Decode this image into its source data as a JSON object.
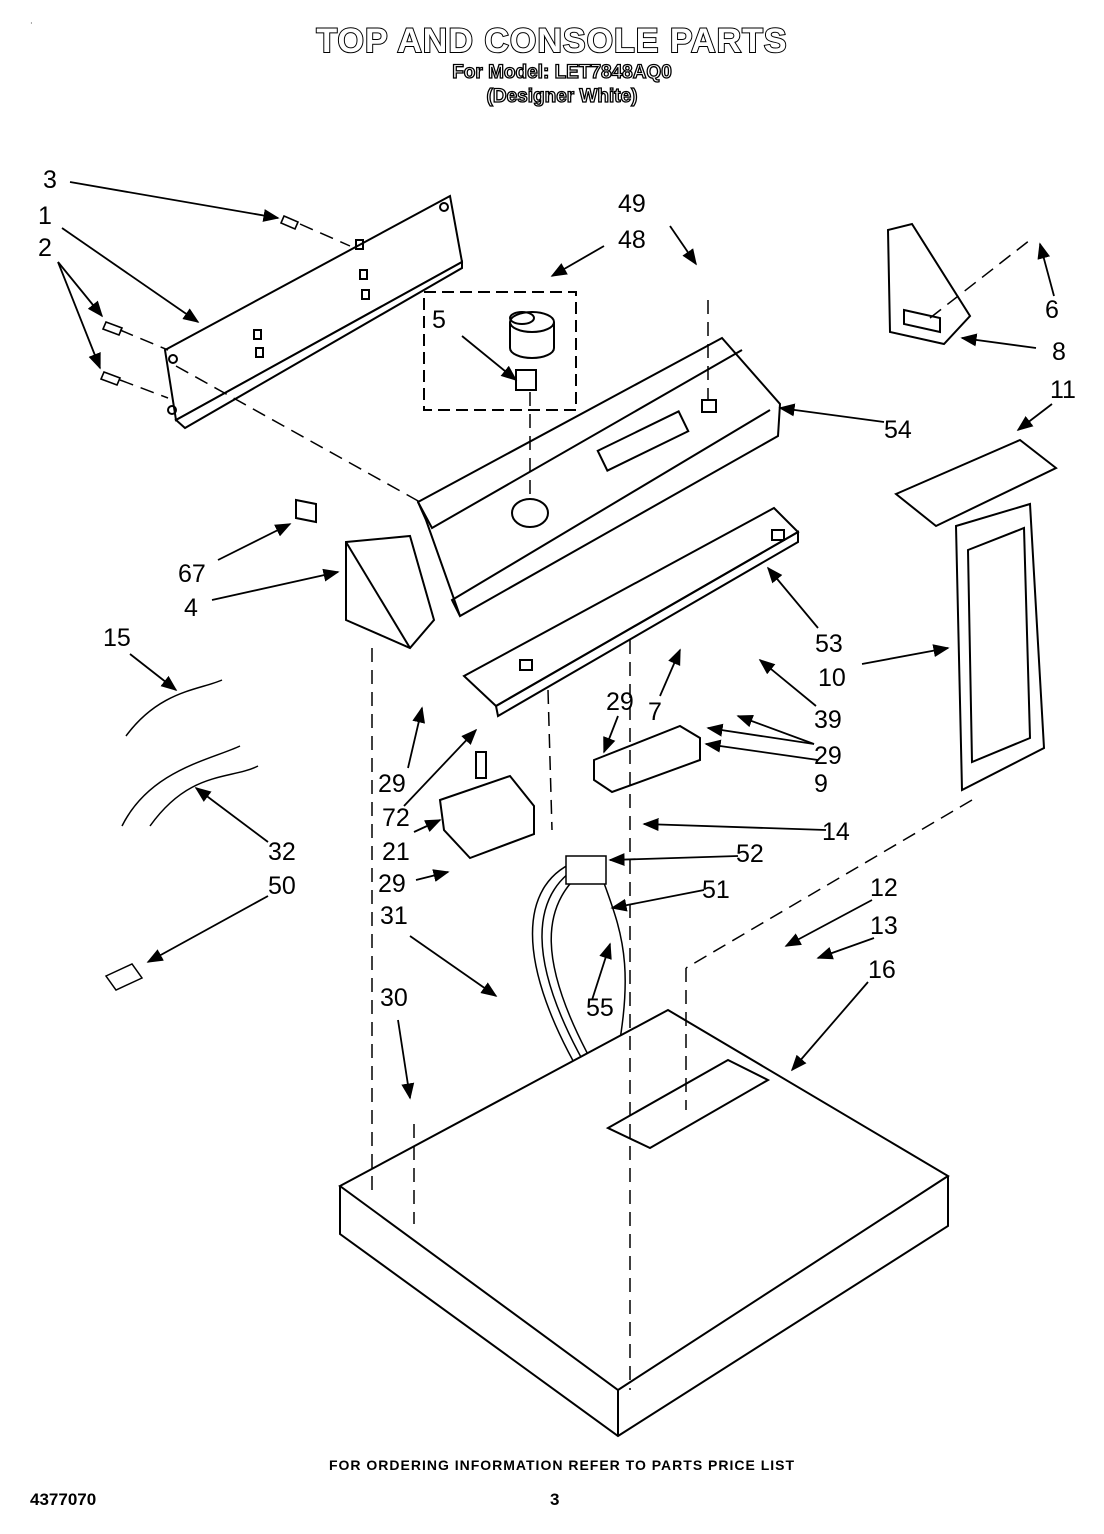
{
  "title": "TOP AND CONSOLE PARTS",
  "model_line": "For Model: LET7848AQ0",
  "color_line": "(Designer White)",
  "footer": "FOR ORDERING INFORMATION REFER TO PARTS PRICE LIST",
  "document_number": "4377070",
  "page_number": "3",
  "callouts": [
    {
      "id": "c3",
      "text": "3"
    },
    {
      "id": "c1",
      "text": "1"
    },
    {
      "id": "c2",
      "text": "2"
    },
    {
      "id": "c49",
      "text": "49"
    },
    {
      "id": "c48",
      "text": "48"
    },
    {
      "id": "c5",
      "text": "5"
    },
    {
      "id": "c6",
      "text": "6"
    },
    {
      "id": "c8",
      "text": "8"
    },
    {
      "id": "c11",
      "text": "11"
    },
    {
      "id": "c54",
      "text": "54"
    },
    {
      "id": "c67",
      "text": "67"
    },
    {
      "id": "c4",
      "text": "4"
    },
    {
      "id": "c15",
      "text": "15"
    },
    {
      "id": "c53",
      "text": "53"
    },
    {
      "id": "c10",
      "text": "10"
    },
    {
      "id": "c7",
      "text": "7"
    },
    {
      "id": "c29a",
      "text": "29"
    },
    {
      "id": "c39",
      "text": "39"
    },
    {
      "id": "c29b",
      "text": "29"
    },
    {
      "id": "c29c",
      "text": "29"
    },
    {
      "id": "c72",
      "text": "72"
    },
    {
      "id": "c9",
      "text": "9"
    },
    {
      "id": "c21",
      "text": "21"
    },
    {
      "id": "c14",
      "text": "14"
    },
    {
      "id": "c32",
      "text": "32"
    },
    {
      "id": "c52",
      "text": "52"
    },
    {
      "id": "c29d",
      "text": "29"
    },
    {
      "id": "c50",
      "text": "50"
    },
    {
      "id": "c51",
      "text": "51"
    },
    {
      "id": "c12",
      "text": "12"
    },
    {
      "id": "c31",
      "text": "31"
    },
    {
      "id": "c13",
      "text": "13"
    },
    {
      "id": "c16",
      "text": "16"
    },
    {
      "id": "c55",
      "text": "55"
    },
    {
      "id": "c30",
      "text": "30"
    }
  ]
}
